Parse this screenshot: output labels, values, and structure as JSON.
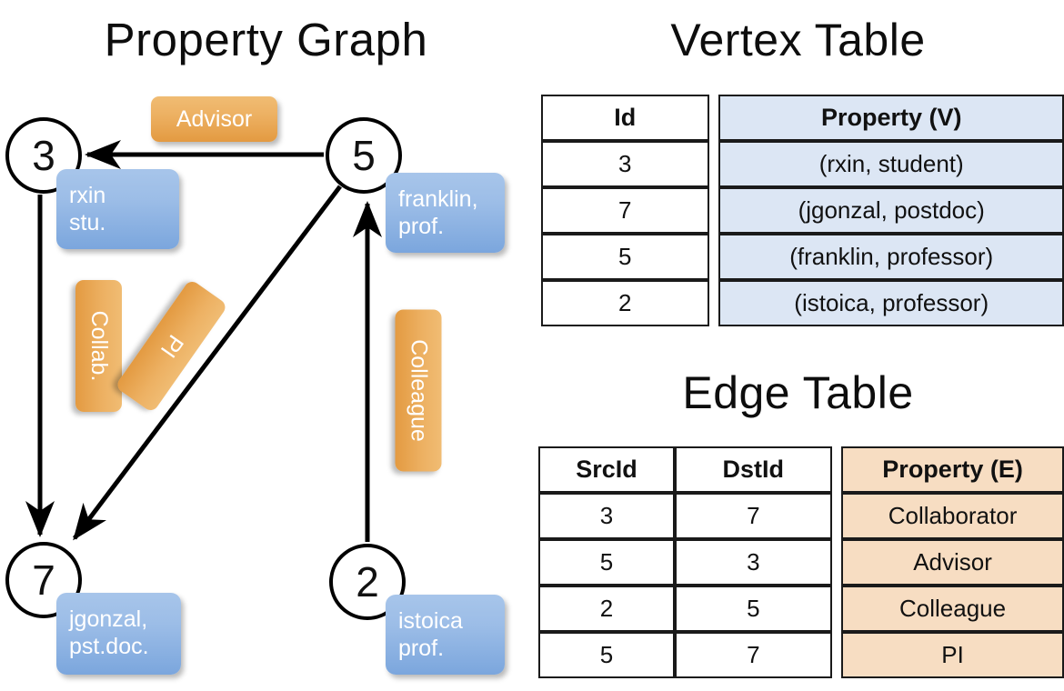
{
  "titles": {
    "property_graph": "Property Graph",
    "vertex_table": "Vertex Table",
    "edge_table": "Edge Table"
  },
  "graph": {
    "nodes": [
      {
        "id": "3",
        "property": "rxin\nstu."
      },
      {
        "id": "5",
        "property": "franklin,\nprof."
      },
      {
        "id": "7",
        "property": "jgonzal,\npst.doc."
      },
      {
        "id": "2",
        "property": "istoica\nprof."
      }
    ],
    "node_labels": {
      "n3": "3",
      "n5": "5",
      "n7": "7",
      "n2": "2"
    },
    "properties": {
      "rxin_line1": "rxin",
      "rxin_line2": "stu.",
      "franklin_line1": "franklin,",
      "franklin_line2": "prof.",
      "jgonzal_line1": "jgonzal,",
      "jgonzal_line2": "pst.doc.",
      "istoica_line1": "istoica",
      "istoica_line2": "prof."
    },
    "edge_labels": {
      "advisor": "Advisor",
      "collab": "Collab.",
      "pi": "PI",
      "colleague": "Colleague"
    },
    "edges": [
      {
        "from": "5",
        "to": "3",
        "label": "Advisor"
      },
      {
        "from": "3",
        "to": "7",
        "label": "Collab."
      },
      {
        "from": "5",
        "to": "7",
        "label": "PI"
      },
      {
        "from": "2",
        "to": "5",
        "label": "Colleague"
      }
    ]
  },
  "vertex_table": {
    "headers": [
      "Id",
      "Property (V)"
    ],
    "rows": [
      {
        "id": "3",
        "property": "(rxin, student)"
      },
      {
        "id": "7",
        "property": "(jgonzal, postdoc)"
      },
      {
        "id": "5",
        "property": "(franklin, professor)"
      },
      {
        "id": "2",
        "property": "(istoica, professor)"
      }
    ]
  },
  "edge_table": {
    "headers": [
      "SrcId",
      "DstId",
      "Property (E)"
    ],
    "rows": [
      {
        "src": "3",
        "dst": "7",
        "property": "Collaborator"
      },
      {
        "src": "5",
        "dst": "3",
        "property": "Advisor"
      },
      {
        "src": "2",
        "dst": "5",
        "property": "Colleague"
      },
      {
        "src": "5",
        "dst": "7",
        "property": "PI"
      }
    ]
  },
  "colors": {
    "node_property_blue": "#9cbde7",
    "edge_label_orange": "#edb163",
    "vertex_cell_blue": "#dce6f4",
    "edge_cell_peach": "#f7ddc2",
    "stroke": "#000000",
    "background": "#ffffff"
  }
}
